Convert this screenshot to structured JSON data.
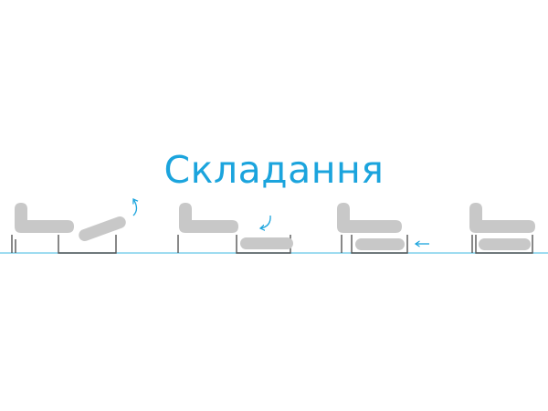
{
  "title": "Складання",
  "colors": {
    "title": "#1ba4dd",
    "floor": "#7fd0ec",
    "cushion": "#c8c8c8",
    "frame": "#555555",
    "arrow": "#1ba4dd"
  },
  "steps": [
    {
      "name": "step-1-lift-seat",
      "arrow": "curved-up-arrow"
    },
    {
      "name": "step-2-lower-seat",
      "arrow": "curved-down-arrow"
    },
    {
      "name": "step-3-push-in",
      "arrow": "left-arrow"
    },
    {
      "name": "step-4-folded",
      "arrow": null
    }
  ]
}
